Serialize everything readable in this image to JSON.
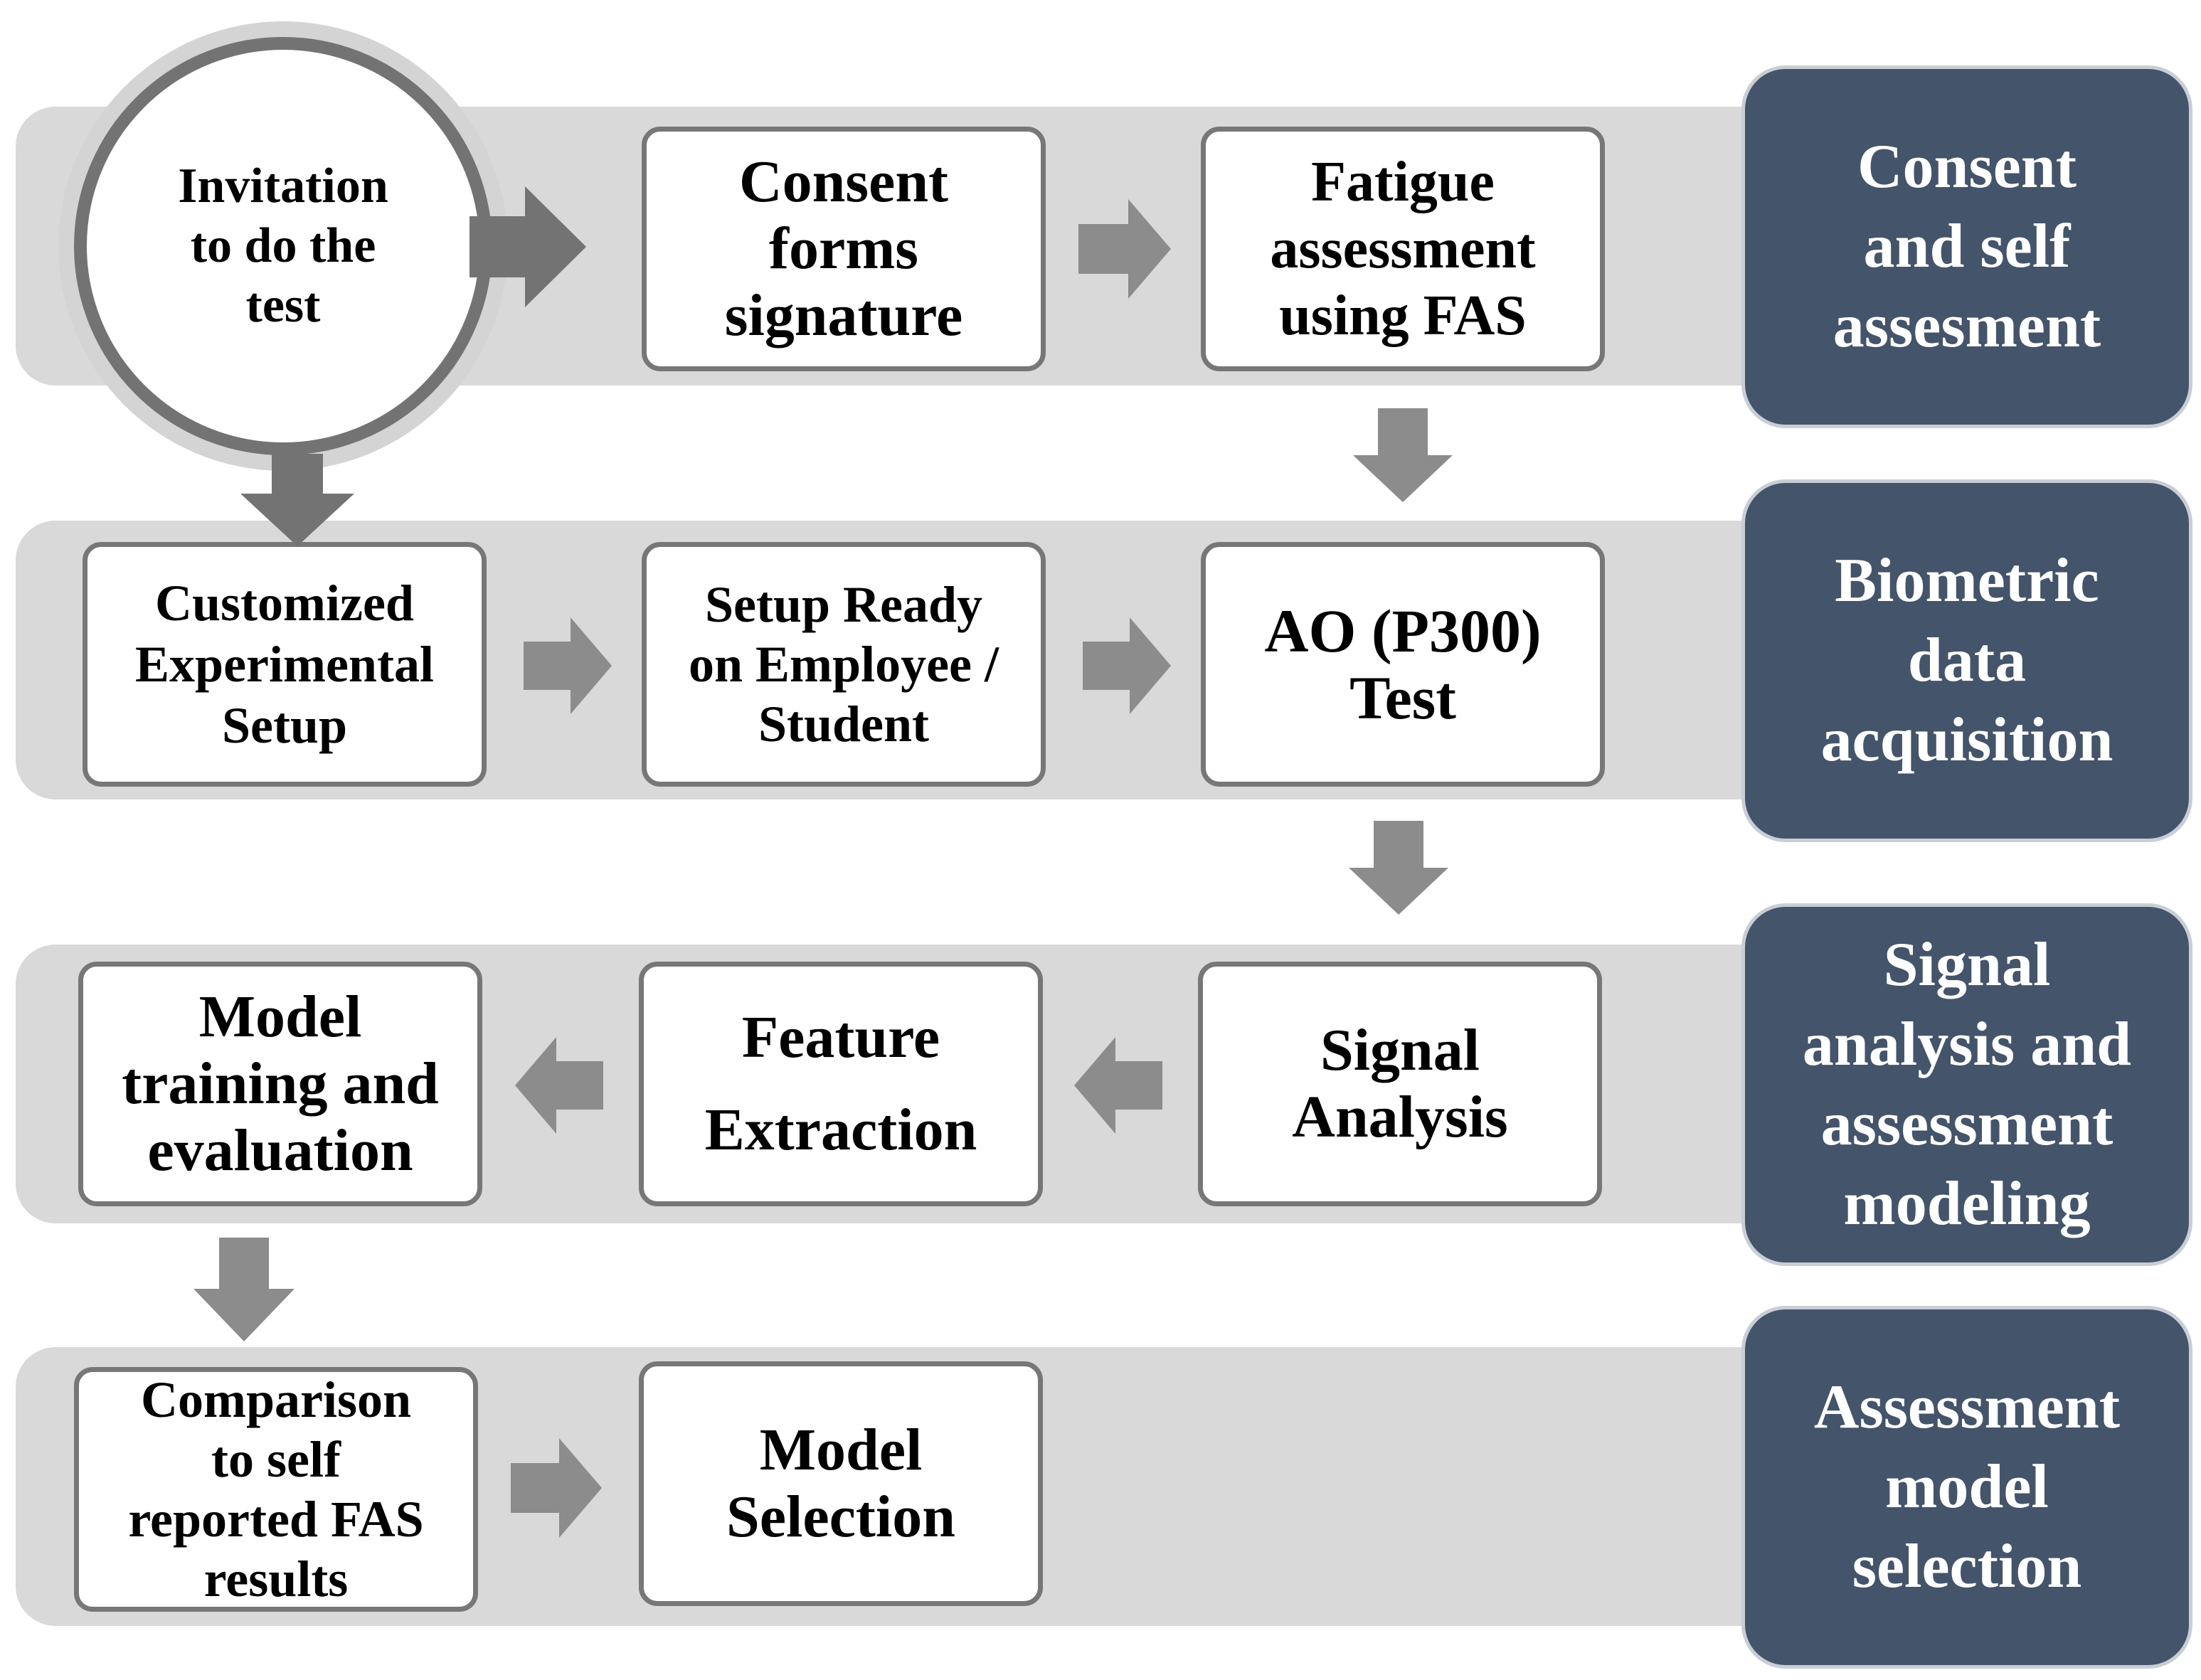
{
  "stages": [
    "Consent\nand self\nassesment",
    "Biometric\ndata\nacquisition",
    "Signal\nanalysis and\nassessment\nmodeling",
    "Assessment\nmodel\nselection"
  ],
  "steps": {
    "invitation": "Invitation\nto do the\ntest",
    "consent_forms": "Consent\nforms\nsignature",
    "fatigue_assessment": "Fatigue\nassessment\nusing FAS",
    "customized_setup": "Customized\nExperimental\nSetup",
    "setup_ready": "Setup Ready\non Employee /\nStudent",
    "ao_test": "AO (P300)\nTest",
    "signal_analysis": "Signal\nAnalysis",
    "feature_extraction": "Feature\nExtraction",
    "model_training": "Model\ntraining and\nevaluation",
    "comparison": "Comparison\nto self\nreported FAS\nresults",
    "model_selection": "Model\nSelection"
  },
  "colors": {
    "band": "#d9d9d9",
    "box_border": "#777777",
    "arrow": "#8c8c8c",
    "stage_fill": "#44546a",
    "stage_text": "#ffffff"
  }
}
